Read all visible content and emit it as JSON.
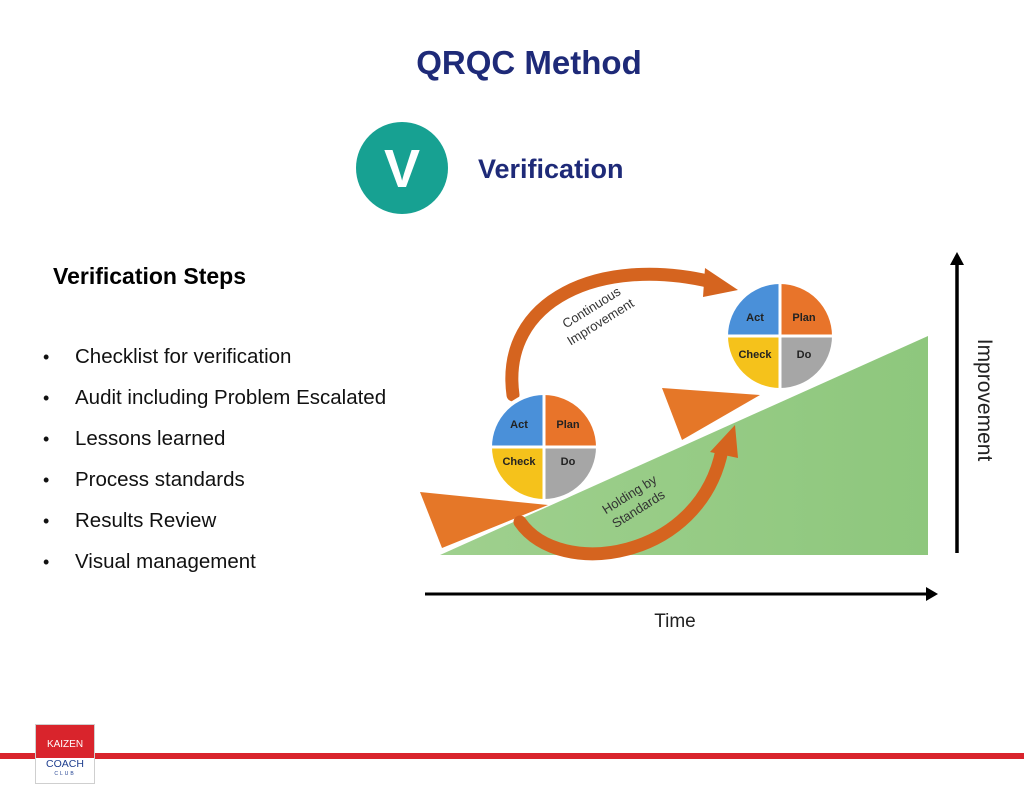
{
  "header": {
    "title": "QRQC Method"
  },
  "badge": {
    "letter": "V",
    "title": "Verification",
    "color": "#17a192"
  },
  "steps": {
    "heading": "Verification Steps",
    "items": [
      "Checklist for verification",
      "Audit including Problem Escalated",
      "Lessons learned",
      "Process standards",
      "Results Review",
      "Visual management"
    ]
  },
  "diagram": {
    "x_axis_label": "Time",
    "y_axis_label": "Improvement",
    "arrow_upper_label": [
      "Continuous",
      "Improvement"
    ],
    "arrow_lower_label": [
      "Holding by",
      "Standards"
    ],
    "pdca": {
      "act": "Act",
      "plan": "Plan",
      "check": "Check",
      "do": "Do"
    },
    "colors": {
      "act": "#4a90d9",
      "plan": "#e8742a",
      "check": "#f5c21b",
      "do": "#a6a6a6",
      "slope": "#8ec77d",
      "wedge": "#e57728",
      "arrow": "#d5641f"
    }
  },
  "footer": {
    "logo_lines": [
      "KAIZEN",
      "COACH",
      "CLUB"
    ],
    "accent": "#d9242c"
  }
}
